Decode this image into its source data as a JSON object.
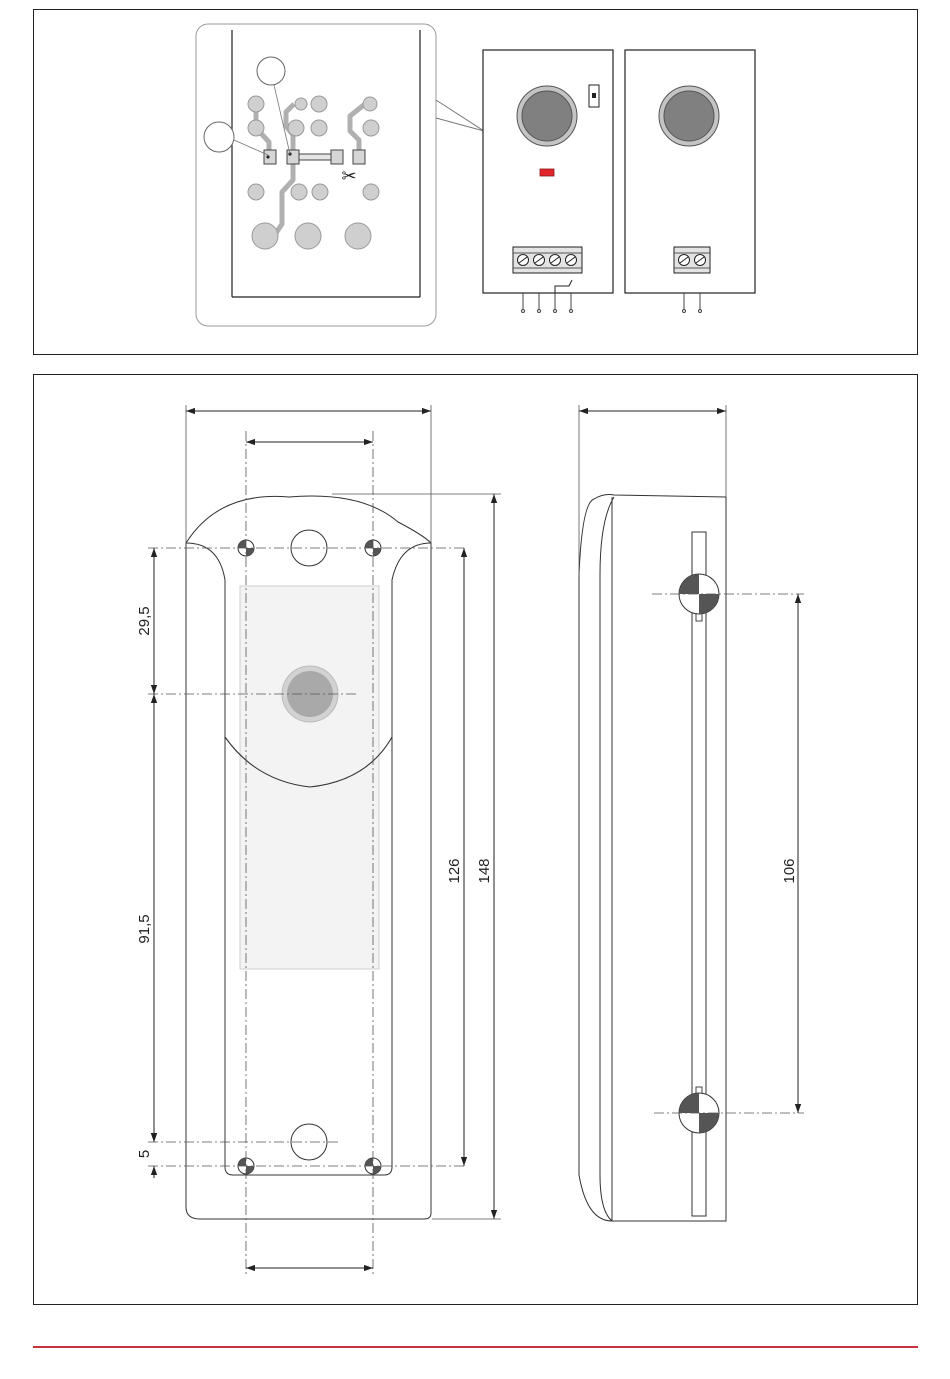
{
  "figure_top": {
    "callout": {
      "scissors_symbol": "✂"
    },
    "detectors": [
      {
        "id": "detector-with-relay",
        "terminals": 4,
        "has_led": true,
        "has_jumper": true
      },
      {
        "id": "detector-basic",
        "terminals": 2,
        "has_led": false,
        "has_jumper": false
      }
    ],
    "colors": {
      "led": "#e0262b",
      "lens_fill": "#808080",
      "lens_ring": "#c4c4c4",
      "trace": "#b0b0b0",
      "pad": "#cfcfcf"
    }
  },
  "figure_bottom": {
    "front_view": {
      "dimensions": {
        "offset_top": "29,5",
        "offset_bottom_span": "91,5",
        "offset_bottom": "5",
        "hole_spacing": "126",
        "total_height": "148"
      }
    },
    "side_view": {
      "dimensions": {
        "hole_spacing": "106"
      }
    },
    "colors": {
      "window_fill": "#f3f3f3",
      "lens_fill": "#a9a9a9",
      "lens_ring": "#d2d2d2",
      "hole_quadrant": "#555555"
    }
  },
  "footer": {
    "rule_color": "#c8333b"
  }
}
